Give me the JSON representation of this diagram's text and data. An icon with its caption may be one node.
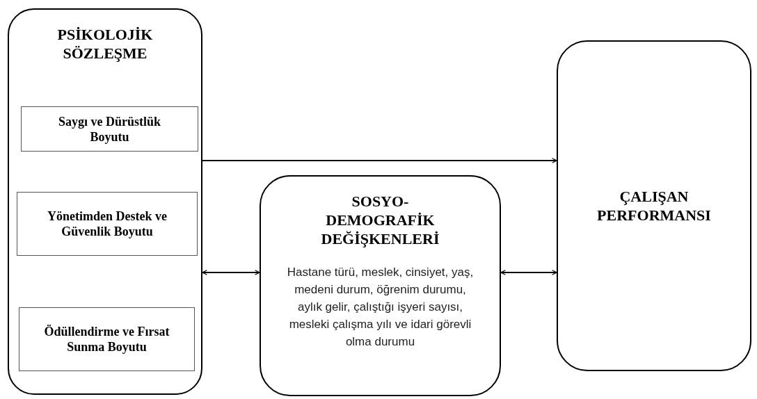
{
  "diagram": {
    "nodes": [
      {
        "text": [
          "PSİKOLOJİK SÖZLEŞME"
        ]
      },
      {
        "text": [
          "Saygı ve Dürüstlük Boyutu"
        ],
        "in": 0
      },
      {
        "text": [
          "Yönetimden Destek ve Güvenlik Boyutu"
        ],
        "in": 0
      },
      {
        "text": [
          "Ödüllendirme ve Fırsat Sunma Boyutu"
        ],
        "in": 0
      },
      {
        "text": [
          "SOSYO-DEMOGRAFİK DEĞİŞKENLERİ",
          "Hastane türü, meslek, cinsiyet, yaş, medeni durum, öğrenim durumu, aylık gelir, çalıştığı işyeri sayısı, mesleki çalışma yılı ve idari görevli olma durumu"
        ]
      },
      {
        "text": [
          "ÇALIŞAN PERFORMANSI"
        ]
      }
    ],
    "edges": [
      {
        "from": 0,
        "to": 5,
        "arrow": "to"
      },
      {
        "from": 0,
        "to": 4,
        "arrow": "both"
      },
      {
        "from": 4,
        "to": 5,
        "arrow": "both"
      }
    ]
  }
}
